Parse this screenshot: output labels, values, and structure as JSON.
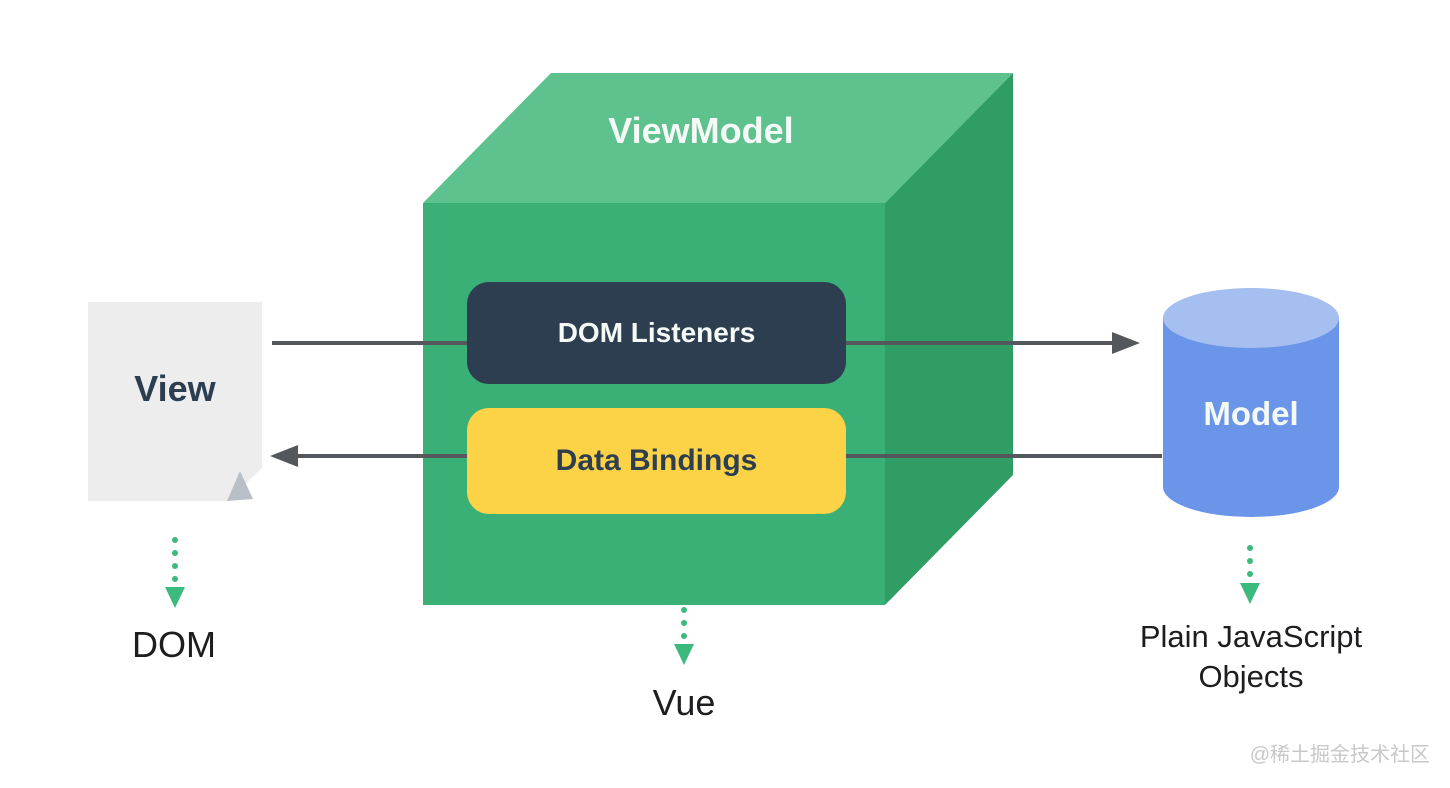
{
  "view": {
    "label": "View",
    "target_label": "DOM"
  },
  "viewmodel": {
    "label": "ViewModel",
    "dom_listeners_label": "DOM Listeners",
    "data_bindings_label": "Data Bindings",
    "target_label": "Vue"
  },
  "model": {
    "label": "Model",
    "target_label": "Plain JavaScript Objects"
  },
  "watermark": "@稀土掘金技术社区",
  "colors": {
    "cube_top": "#5ec28e",
    "cube_front": "#3ab077",
    "cube_right": "#2f9d64",
    "dom_listeners_bg": "#2d3e50",
    "data_bindings_bg": "#fcd246",
    "cylinder_body": "#6b95e8",
    "cylinder_top": "#a4bff0",
    "document_fill": "#ededee",
    "document_fold": "#b9bfc6",
    "arrow_gray": "#54585c",
    "arrow_green": "#3cba7d",
    "text_dark": "#2d3e50",
    "text_white": "#f5faf7",
    "text_black": "#1d1d1f",
    "watermark_gray": "#c8c8c8"
  }
}
